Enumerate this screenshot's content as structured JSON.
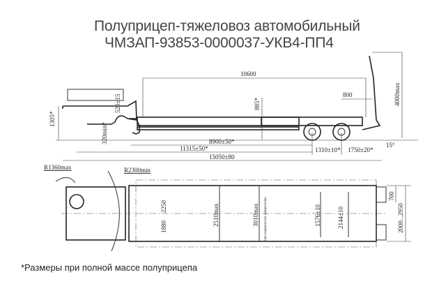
{
  "title": {
    "line1": "Полуприцеп-тяжеловоз автомобильный",
    "line2": "ЧМЗАП-93853-0000037-УКВ4-ПП4"
  },
  "side_view": {
    "dims": {
      "deck_length": "10600",
      "height_1305": "1305*",
      "height_520": "520±15",
      "height_320": "320min*",
      "height_885": "885*",
      "ramp_800": "800",
      "height_4000": "4000max",
      "len_8900": "8900±50*",
      "len_11315": "11315±50*",
      "len_15050": "15050±80",
      "axle_1310": "1310±10*",
      "rear_1750": "1750±20*",
      "angle": "15°"
    }
  },
  "top_view": {
    "dims": {
      "r1360": "R1360max",
      "r2300": "R2300min",
      "w1880": "1880",
      "w2250": "2250",
      "w2510": "2510max",
      "w3010": "3010max",
      "extenders_note": "при выдвинутых уширителях",
      "track_1576": "1576±10",
      "track_2144": "2144±10",
      "w700": "700",
      "w2000_2950": "2000...2950"
    }
  },
  "footnote": "*Размеры при полной массе полуприцепа"
}
